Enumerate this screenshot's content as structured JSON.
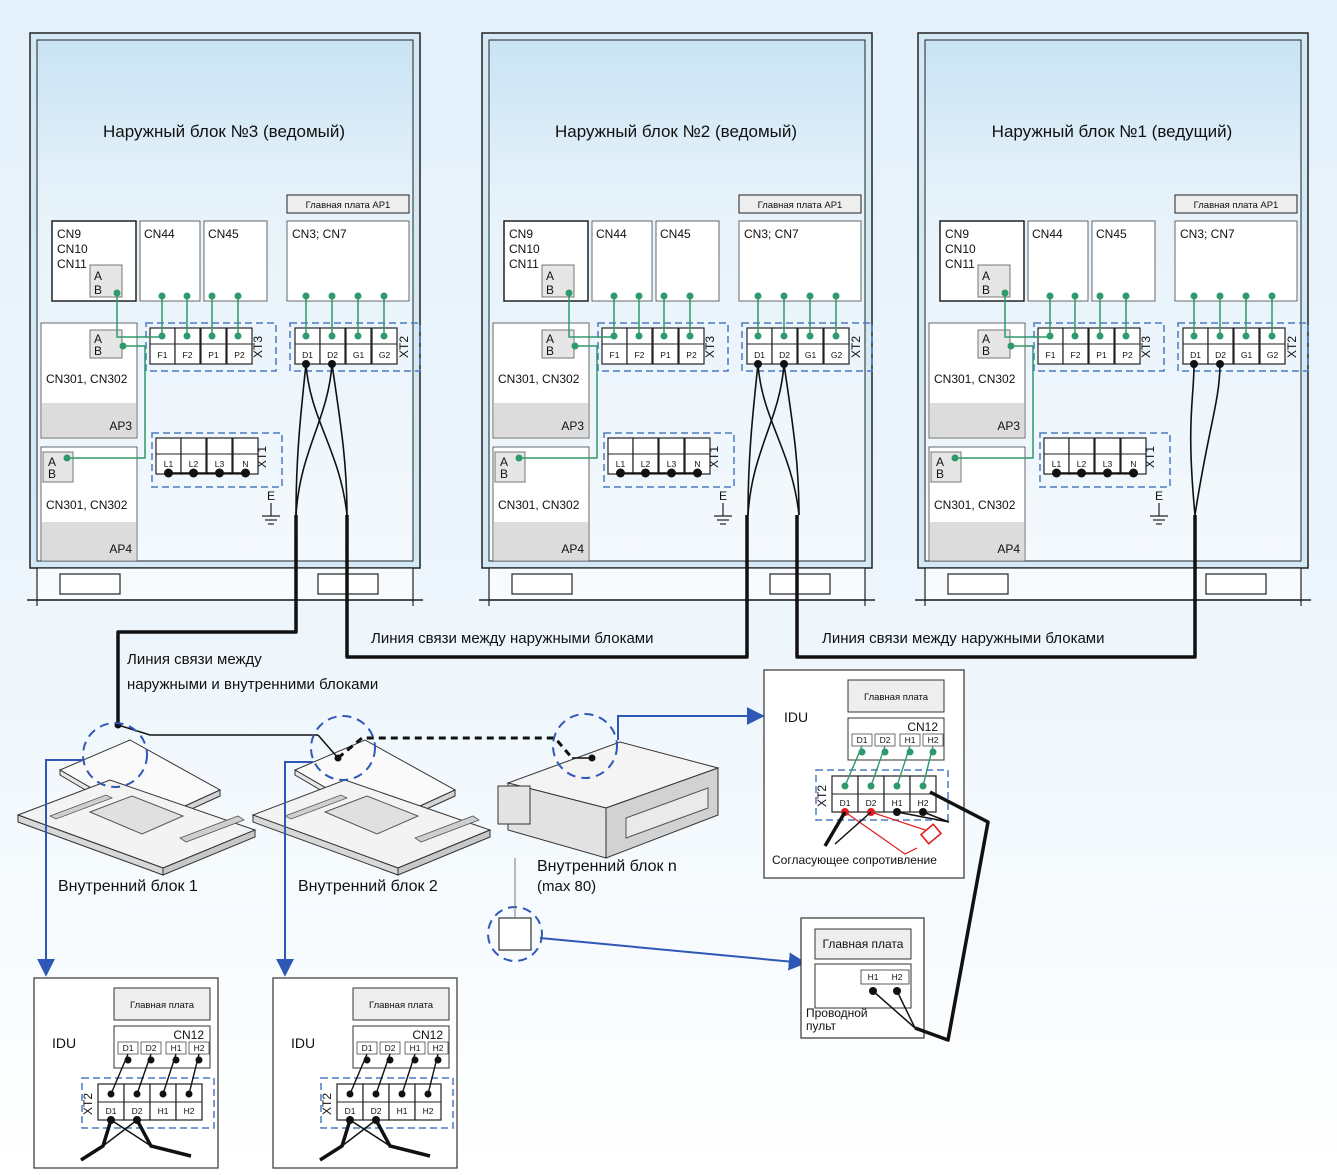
{
  "colors": {
    "bg_top": "#e4f1fb",
    "bg_bottom": "#ffffff",
    "wire": "#111111",
    "green": "#2e9a6b",
    "blue_arrow": "#2f57b6",
    "dashed_border": "#4c7bc2",
    "resistor": "#e02020"
  },
  "outdoor_units": [
    {
      "title": "Наружный блок №3 (ведомый)",
      "board_label": "Главная плата  AP1",
      "cn9": "CN9",
      "cn10": "CN10",
      "cn11": "CN11",
      "cn44": "CN44",
      "cn45": "CN45",
      "cn3_7": "CN3; CN7",
      "a": "A",
      "b": "B",
      "xt3_label": "XT3",
      "xt3_terms": [
        "F1",
        "F2",
        "P1",
        "P2"
      ],
      "xt2_label": "XT2",
      "xt2_terms": [
        "D1",
        "D2",
        "G1",
        "G2"
      ],
      "xt1_label": "XT1",
      "xt1_terms": [
        "L1",
        "L2",
        "L3",
        "N"
      ],
      "cn301": "CN301, CN302",
      "ap3": "AP3",
      "ap4": "AP4",
      "earth": "E"
    },
    {
      "title": "Наружный блок №2 (ведомый)",
      "board_label": "Главная плата  AP1",
      "cn9": "CN9",
      "cn10": "CN10",
      "cn11": "CN11",
      "cn44": "CN44",
      "cn45": "CN45",
      "cn3_7": "CN3; CN7",
      "a": "A",
      "b": "B",
      "xt3_label": "XT3",
      "xt3_terms": [
        "F1",
        "F2",
        "P1",
        "P2"
      ],
      "xt2_label": "XT2",
      "xt2_terms": [
        "D1",
        "D2",
        "G1",
        "G2"
      ],
      "xt1_label": "XT1",
      "xt1_terms": [
        "L1",
        "L2",
        "L3",
        "N"
      ],
      "cn301": "CN301, CN302",
      "ap3": "AP3",
      "ap4": "AP4",
      "earth": "E"
    },
    {
      "title": "Наружный блок №1 (ведущий)",
      "board_label": "Главная плата  AP1",
      "cn9": "CN9",
      "cn10": "CN10",
      "cn11": "CN11",
      "cn44": "CN44",
      "cn45": "CN45",
      "cn3_7": "CN3; CN7",
      "a": "A",
      "b": "B",
      "xt3_label": "XT3",
      "xt3_terms": [
        "F1",
        "F2",
        "P1",
        "P2"
      ],
      "xt2_label": "XT2",
      "xt2_terms": [
        "D1",
        "D2",
        "G1",
        "G2"
      ],
      "xt1_label": "XT1",
      "xt1_terms": [
        "L1",
        "L2",
        "L3",
        "N"
      ],
      "cn301": "CN301, CN302",
      "ap3": "AP3",
      "ap4": "AP4",
      "earth": "E"
    }
  ],
  "link_labels": {
    "outdoor_outdoor_a": "Линия связи между наружными блоками",
    "outdoor_outdoor_b": "Линия связи между наружными блоками",
    "outdoor_indoor_line1": "Линия связи между",
    "outdoor_indoor_line2": "наружными и внутренними блоками"
  },
  "indoor_units": {
    "unit1": "Внутренний блок 1",
    "unit2": "Внутренний блок 2",
    "unit_n": "Внутренний блок n",
    "unit_n_max": "(max 80)"
  },
  "idu_panels": [
    {
      "idu": "IDU",
      "board": "Главная плата",
      "cn12": "CN12",
      "top_terms": [
        "D1",
        "D2",
        "H1",
        "H2"
      ],
      "xt2": "XT2",
      "bottom_terms": [
        "D1",
        "D2",
        "H1",
        "H2"
      ]
    },
    {
      "idu": "IDU",
      "board": "Главная плата",
      "cn12": "CN12",
      "top_terms": [
        "D1",
        "D2",
        "H1",
        "H2"
      ],
      "xt2": "XT2",
      "bottom_terms": [
        "D1",
        "D2",
        "H1",
        "H2"
      ]
    },
    {
      "idu": "IDU",
      "board": "Главная плата",
      "cn12": "CN12",
      "top_terms": [
        "D1",
        "D2",
        "H1",
        "H2"
      ],
      "xt2": "XT2",
      "bottom_terms": [
        "D1",
        "D2",
        "H1",
        "H2"
      ],
      "resistor_label": "Согласующее сопротивление"
    }
  ],
  "wired_controller": {
    "board": "Главная плата",
    "terms": [
      "H1",
      "H2"
    ],
    "label_line1": "Проводной",
    "label_line2": "пульт"
  }
}
